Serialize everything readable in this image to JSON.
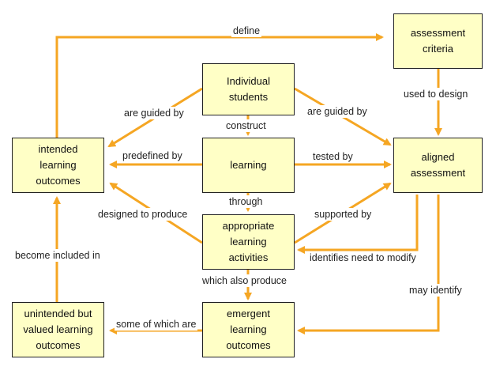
{
  "colors": {
    "node_fill": "#ffffc6",
    "node_border": "#222222",
    "arrow": "#f5a623"
  },
  "nodes": {
    "assessment_criteria": "assessment\ncriteria",
    "individual_students": "Individual\nstudents",
    "intended_outcomes": "intended\nlearning\noutcomes",
    "learning": "learning",
    "aligned_assessment": "aligned\nassessment",
    "appropriate_activities": "appropriate\nlearning\nactivities",
    "unintended_outcomes": "unintended but\nvalued learning\noutcomes",
    "emergent_outcomes": "emergent\nlearning\noutcomes"
  },
  "edges": {
    "define": "define",
    "used_to_design": "used to design",
    "are_guided_by_left": "are guided by",
    "are_guided_by_right": "are guided by",
    "construct": "construct",
    "predefined_by": "predefined by",
    "tested_by": "tested by",
    "through": "through",
    "designed_to_produce": "designed to produce",
    "supported_by": "supported by",
    "become_included_in": "become included in",
    "identifies_need_to_modify": "identifies need to modify",
    "which_also_produce": "which also produce",
    "may_identify": "may identify",
    "some_of_which_are": "some of which are"
  }
}
